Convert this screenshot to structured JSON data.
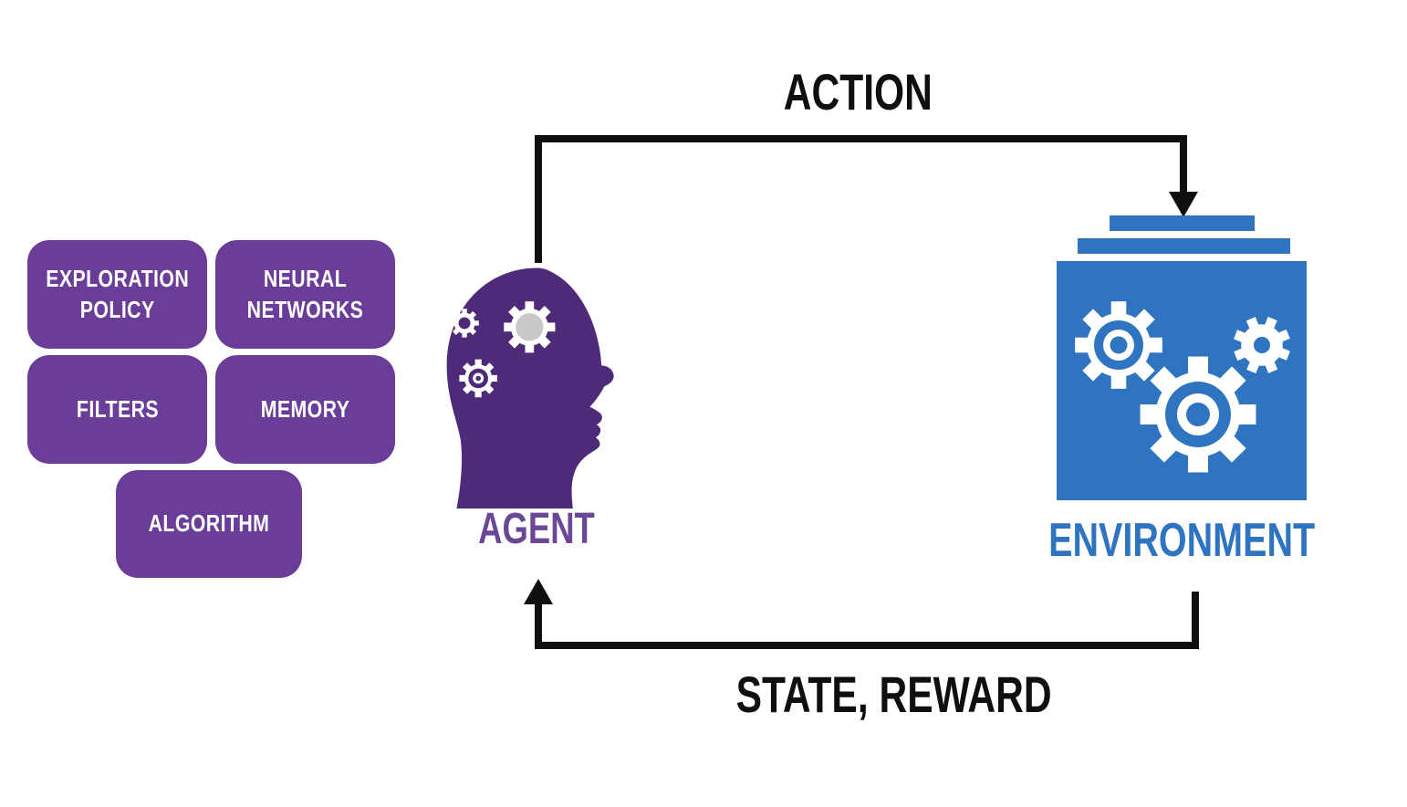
{
  "colors": {
    "box-purple": "#6a3d98",
    "head-purple": "#4e2a78",
    "env-blue": "#2e74c0",
    "arrow-black": "#0f0f0f",
    "gear-gray": "#c9c9c9",
    "agent-label": "#6b4798"
  },
  "loop": {
    "action_label": "ACTION",
    "state_reward_label": "STATE, REWARD"
  },
  "agent": {
    "label": "AGENT"
  },
  "environment": {
    "label": "ENVIRONMENT"
  },
  "components": [
    {
      "label": "EXPLORATION POLICY"
    },
    {
      "label": "NEURAL NETWORKS"
    },
    {
      "label": "FILTERS"
    },
    {
      "label": "MEMORY"
    },
    {
      "label": "ALGORITHM"
    }
  ]
}
